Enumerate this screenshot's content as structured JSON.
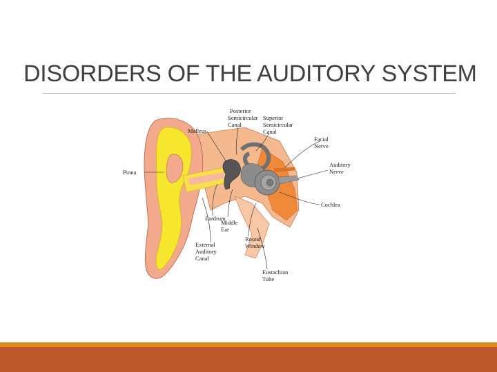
{
  "slide": {
    "title": "DISORDERS OF THE AUDITORY SYSTEM"
  },
  "diagram": {
    "labels": {
      "posterior_1": "Posterior",
      "posterior_2": "Semicircular",
      "posterior_3": "Canal",
      "superior_1": "Superior",
      "superior_2": "Semicircular",
      "superior_3": "Canal",
      "malleus": "Malleus",
      "facial_1": "Facial",
      "facial_2": "Nerve",
      "auditory_nerve_1": "Auditory",
      "auditory_nerve_2": "Nerve",
      "pinna": "Pinna",
      "cochlea": "Cochlea",
      "eardrum": "Eardrum",
      "middle_1": "Middle",
      "middle_2": "Ear",
      "external_1": "External",
      "external_2": "Auditory",
      "external_3": "Canal",
      "round_1": "Round",
      "round_2": "Window",
      "eustachian_1": "Eustachian",
      "eustachian_2": "Tube"
    }
  },
  "colors": {
    "title_text": "#404040",
    "footer_orange": "#e08a1e",
    "footer_rust": "#bd582c",
    "skin_pink": "#f2a98c",
    "cartilage_yellow": "#f7e62e",
    "tissue_orange": "#ef8a3a",
    "cochlea_gray": "#8c8c8c"
  }
}
